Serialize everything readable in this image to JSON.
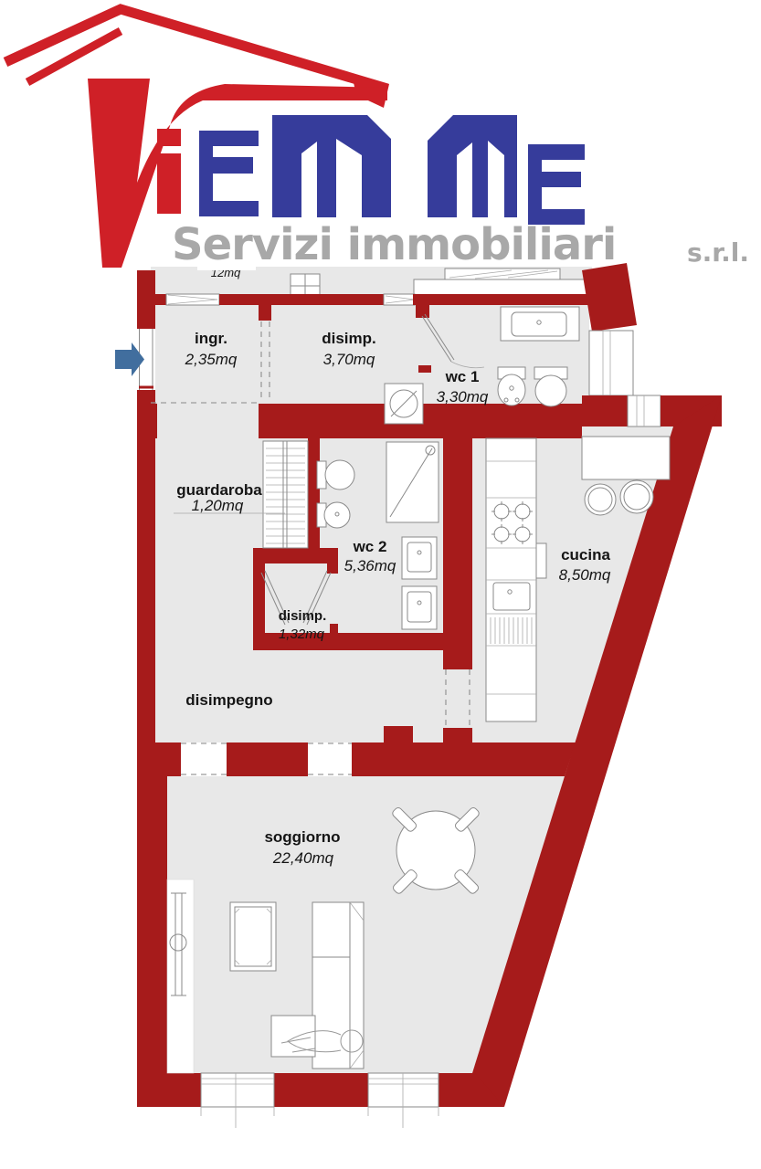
{
  "logo": {
    "brand": "ViEMME",
    "subtitle": "Servizi immobiliari",
    "suffix": "s.r.l."
  },
  "rooms": {
    "hidden": {
      "area": "12mq"
    },
    "ingresso": {
      "name": "ingr.",
      "area": "2,35mq"
    },
    "disimpegno1": {
      "name": "disimp.",
      "area": "3,70mq"
    },
    "wc1": {
      "name": "wc 1",
      "area": "3,30mq"
    },
    "guardaroba": {
      "name": "guardaroba",
      "area": "1,20mq"
    },
    "wc2": {
      "name": "wc 2",
      "area": "5,36mq"
    },
    "disimpegno2": {
      "name": "disimp.",
      "area": "1,32mq"
    },
    "cucina": {
      "name": "cucina",
      "area": "8,50mq"
    },
    "disimpegno": {
      "name": "disimpegno"
    },
    "soggiorno": {
      "name": "soggiorno",
      "area": "22,40mq"
    }
  },
  "colors": {
    "wall_red": "#a61b1b",
    "logo_red": "#cf2027",
    "logo_blue": "#363c9b",
    "logo_gray": "#a8a8a8",
    "arrow_blue": "#416e9e",
    "floor_gray": "#e8e8e8"
  }
}
